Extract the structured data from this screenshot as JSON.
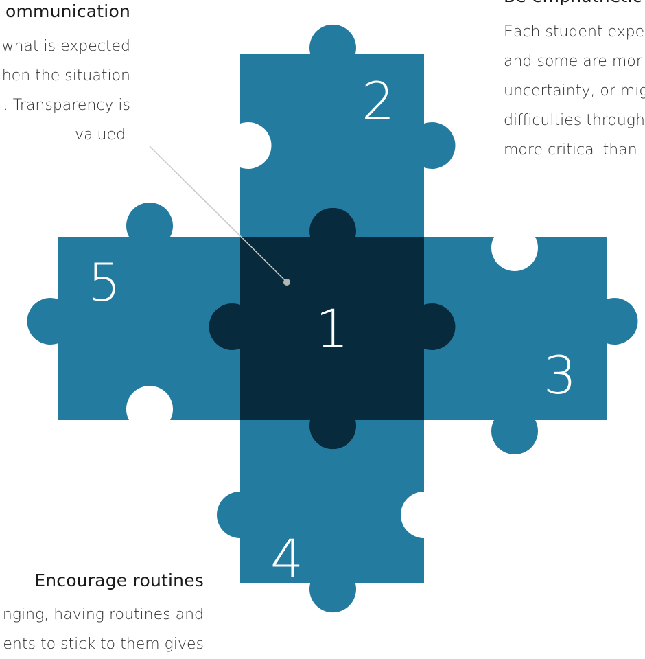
{
  "colors": {
    "piece": "#247ba0",
    "center": "#082a3d",
    "line": "#c8c8c8",
    "dot": "#b5b5b5"
  },
  "pieces": [
    {
      "label": "1"
    },
    {
      "label": "2"
    },
    {
      "label": "3"
    },
    {
      "label": "4"
    },
    {
      "label": "5"
    }
  ],
  "callouts": {
    "communication": {
      "title": "ommunication",
      "lines": [
        "what is expected",
        "hen the situation",
        ". Transparency is",
        "valued."
      ]
    },
    "empathetic": {
      "title": "Be emphathetic",
      "lines": [
        "Each student expe",
        "and some are mor",
        "uncertainty, or mig",
        "difficulties through",
        "more critical than"
      ]
    },
    "routines": {
      "title": "Encourage routines",
      "lines": [
        "nging, having routines and",
        "ents to stick to them gives"
      ]
    }
  }
}
